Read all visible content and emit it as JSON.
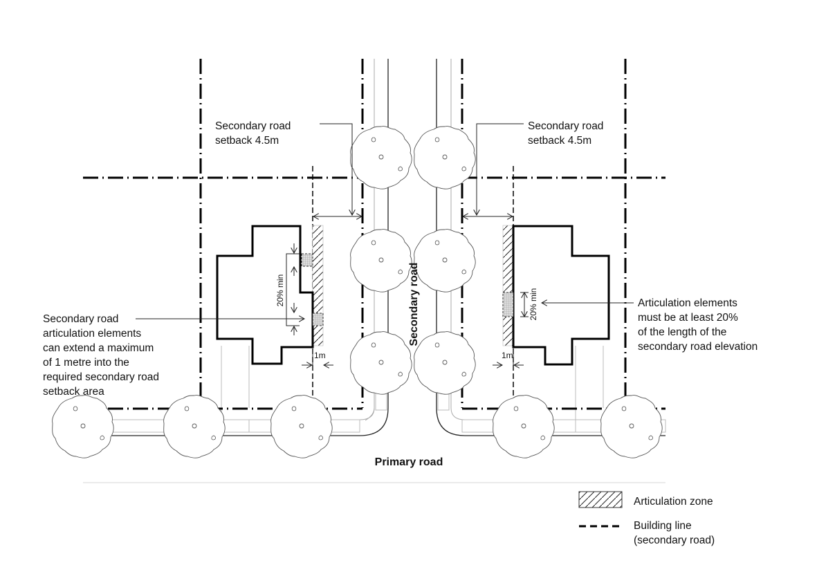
{
  "labels": {
    "setback_left_line1": "Secondary road",
    "setback_left_line2": "setback 4.5m",
    "setback_right_line1": "Secondary road",
    "setback_right_line2": "setback 4.5m",
    "secondary_road": "Secondary road",
    "primary_road": "Primary road",
    "left_annotation": [
      "Secondary road",
      "articulation elements",
      "can extend a maximum",
      "of 1 metre into the",
      "required secondary road",
      "setback area"
    ],
    "right_annotation": [
      "Articulation elements",
      "must be at least 20%",
      "of the length of the",
      "secondary road elevation"
    ],
    "dim_20pct_left": "20% min",
    "dim_20pct_right": "20% min",
    "dim_1m_left": "1m",
    "dim_1m_right": "1m"
  },
  "legend": {
    "items": [
      {
        "icon": "hatch-swatch-icon",
        "label": "Articulation zone"
      },
      {
        "icon": "dashed-line-icon",
        "label": "Building line",
        "label_line2": "(secondary road)"
      }
    ]
  }
}
